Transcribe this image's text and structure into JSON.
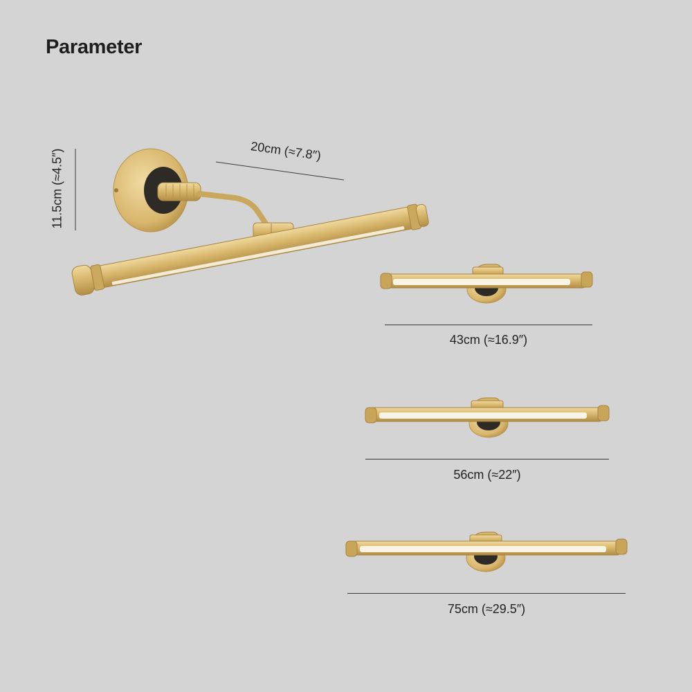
{
  "page": {
    "title": "Parameter",
    "background": "#d4d4d4"
  },
  "colors": {
    "brass": "#d6b56c",
    "brass_dark": "#a8843e",
    "brass_light": "#ecd49a",
    "black_plate": "#2e2a26",
    "light_strip": "#faf4e6"
  },
  "main_lamp": {
    "height_label": "11.5cm (≈4.5″)",
    "depth_label": "20cm (≈7.8″)"
  },
  "sizes": [
    {
      "label": "43cm (≈16.9″)"
    },
    {
      "label": "56cm (≈22″)"
    },
    {
      "label": "75cm (≈29.5″)"
    }
  ]
}
